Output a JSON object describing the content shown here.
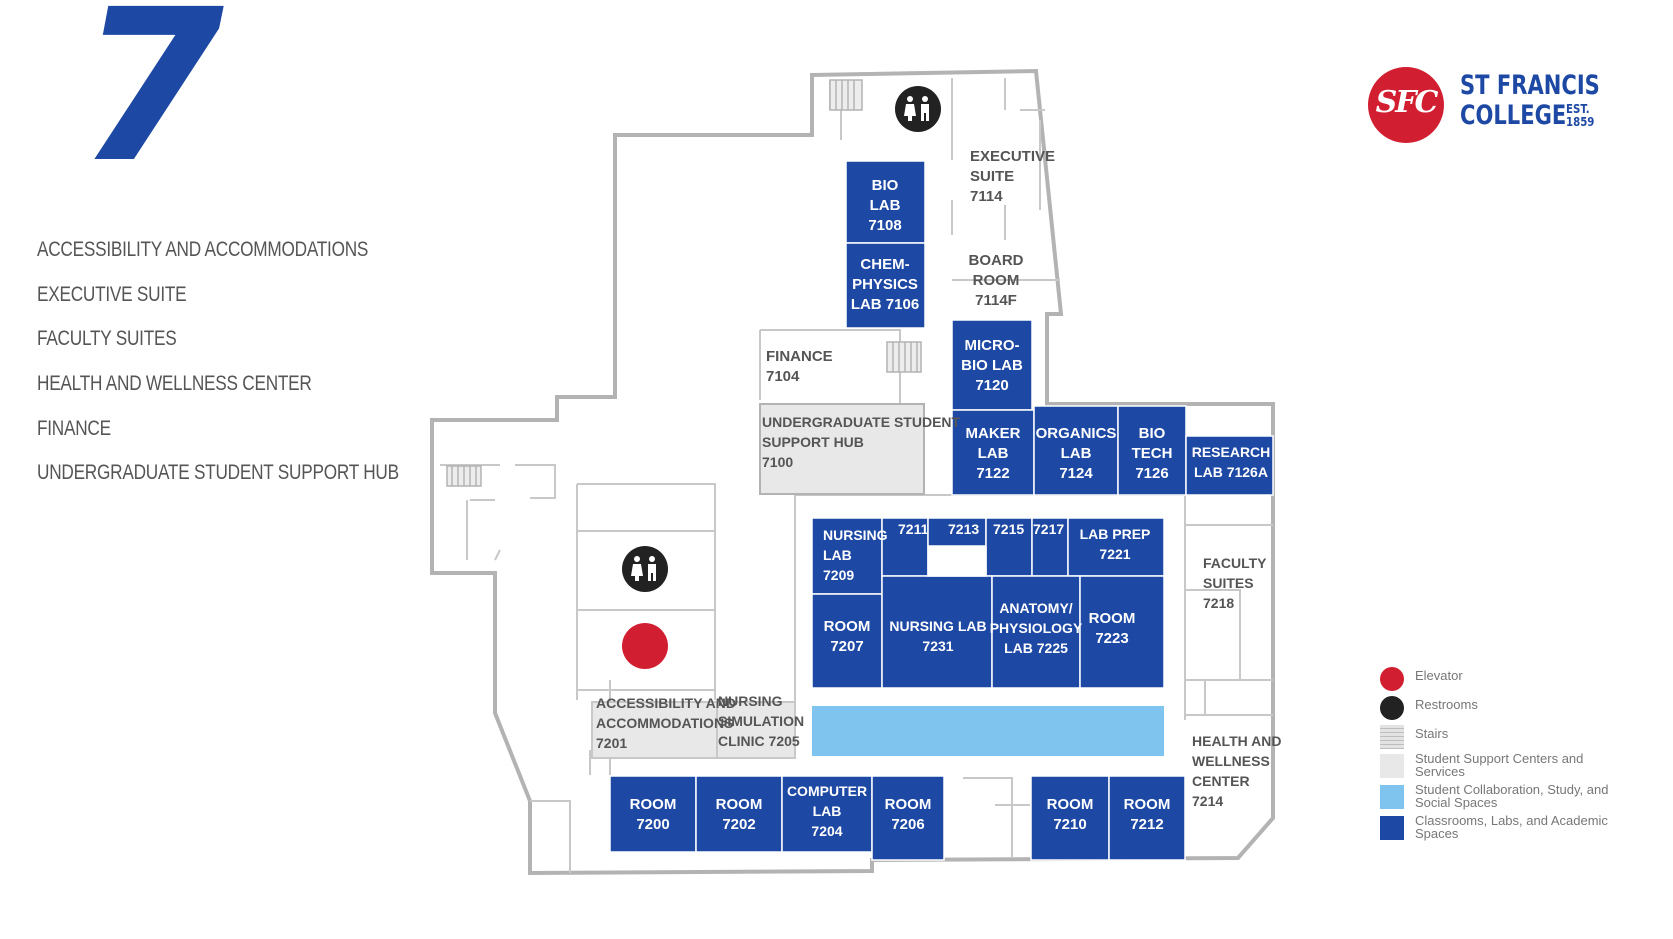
{
  "floor": {
    "number": "7"
  },
  "departments": [
    "ACCESSIBILITY AND ACCOMMODATIONS",
    "EXECUTIVE SUITE",
    "FACULTY SUITES",
    "HEALTH AND WELLNESS CENTER",
    "FINANCE",
    "UNDERGRADUATE STUDENT SUPPORT HUB"
  ],
  "logo": {
    "monogram": "SFC",
    "line1": "ST FRANCIS",
    "line2": "COLLEGE",
    "est": "EST.",
    "year": "1859"
  },
  "colors": {
    "academic": "#1d48a3",
    "collab": "#7ec4ee",
    "support": "#e8e8e8",
    "elevator": "#d11f31",
    "walls": "#b3b3b3"
  },
  "rooms": {
    "bio_lab": [
      "BIO",
      "LAB",
      "7108"
    ],
    "chem_physics": [
      "CHEM-",
      "PHYSICS",
      "LAB 7106"
    ],
    "executive_suite": [
      "EXECUTIVE",
      "SUITE",
      "7114"
    ],
    "board_room": [
      "BOARD",
      "ROOM",
      "7114F"
    ],
    "finance": [
      "FINANCE",
      "7104"
    ],
    "microbio": [
      "MICRO-",
      "BIO LAB",
      "7120"
    ],
    "support_hub": [
      "UNDERGRADUATE STUDENT",
      "SUPPORT HUB",
      "7100"
    ],
    "maker_lab": [
      "MAKER",
      "LAB",
      "7122"
    ],
    "organics_lab": [
      "ORGANICS",
      "LAB",
      "7124"
    ],
    "bio_tech": [
      "BIO",
      "TECH",
      "7126"
    ],
    "research_lab": [
      "RESEARCH",
      "LAB 7126A"
    ],
    "nursing_lab_7209": [
      "NURSING",
      "LAB",
      "7209"
    ],
    "small_rooms": [
      "7211",
      "7213",
      "7215",
      "7217"
    ],
    "lab_prep": [
      "LAB PREP",
      "7221"
    ],
    "faculty_suites": [
      "FACULTY",
      "SUITES",
      "7218"
    ],
    "room_7207": [
      "ROOM",
      "7207"
    ],
    "nursing_lab_7231": [
      "NURSING LAB",
      "7231"
    ],
    "anatomy": [
      "ANATOMY/",
      "PHYSIOLOGY",
      "LAB 7225"
    ],
    "room_7223": [
      "ROOM",
      "7223"
    ],
    "accessibility": [
      "ACCESSIBILITY AND",
      "ACCOMMODATIONS",
      "7201"
    ],
    "nursing_sim": [
      "NURSING",
      "SIMULATION",
      "CLINIC 7205"
    ],
    "health_wellness": [
      "HEALTH AND",
      "WELLNESS",
      "CENTER",
      "7214"
    ],
    "room_7200": [
      "ROOM",
      "7200"
    ],
    "room_7202": [
      "ROOM",
      "7202"
    ],
    "computer_lab": [
      "COMPUTER",
      "LAB",
      "7204"
    ],
    "room_7206": [
      "ROOM",
      "7206"
    ],
    "room_7210": [
      "ROOM",
      "7210"
    ],
    "room_7212": [
      "ROOM",
      "7212"
    ]
  },
  "legend": [
    {
      "label": "Elevator",
      "icon": "elevator-icon"
    },
    {
      "label": "Restrooms",
      "icon": "restroom-icon"
    },
    {
      "label": "Stairs",
      "icon": "stairs-icon"
    },
    {
      "label": "Student Support Centers and Services",
      "icon": "support-swatch"
    },
    {
      "label": "Student Collaboration, Study, and Social Spaces",
      "icon": "collab-swatch"
    },
    {
      "label": "Classrooms, Labs, and Academic Spaces",
      "icon": "academic-swatch"
    }
  ]
}
